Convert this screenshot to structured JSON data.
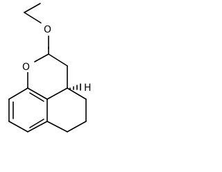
{
  "molecule": {
    "atom_labels": {
      "ether_oxygen": "O",
      "ring_oxygen": "O",
      "stereo_hydrogen": "H"
    }
  },
  "colors": {
    "bond": "#000000",
    "background": "#ffffff"
  }
}
